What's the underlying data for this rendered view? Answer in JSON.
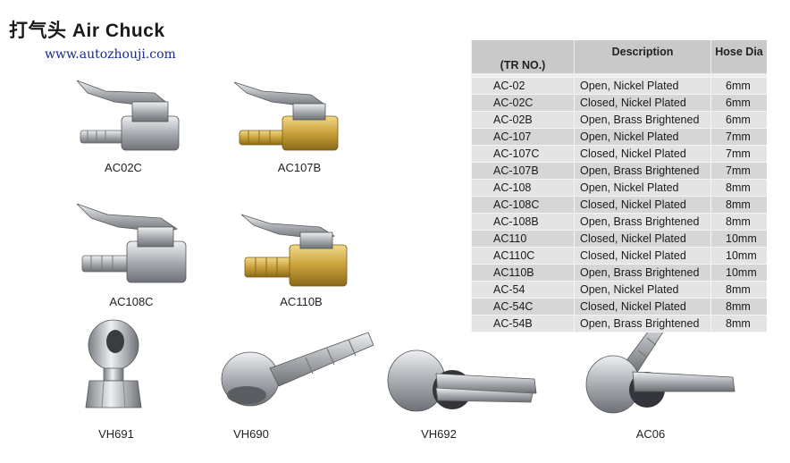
{
  "title": "打气头 Air Chuck",
  "url": "www.autozhouji.com",
  "table": {
    "headers": [
      "(TR NO.)",
      "Description",
      "Hose Dia"
    ],
    "rows": [
      [
        "AC-02",
        "Open, Nickel Plated",
        "6mm"
      ],
      [
        "AC-02C",
        "Closed, Nickel Plated",
        "6mm"
      ],
      [
        "AC-02B",
        "Open, Brass Brightened",
        "6mm"
      ],
      [
        "AC-107",
        "Open, Nickel Plated",
        "7mm"
      ],
      [
        "AC-107C",
        "Closed, Nickel Plated",
        "7mm"
      ],
      [
        "AC-107B",
        "Open, Brass Brightened",
        "7mm"
      ],
      [
        "AC-108",
        "Open, Nickel Plated",
        "8mm"
      ],
      [
        "AC-108C",
        "Closed, Nickel Plated",
        "8mm"
      ],
      [
        "AC-108B",
        "Open, Brass Brightened",
        "8mm"
      ],
      [
        "AC110",
        "Closed, Nickel Plated",
        "10mm"
      ],
      [
        "AC110C",
        "Closed, Nickel Plated",
        "10mm"
      ],
      [
        "AC110B",
        "Open, Brass Brightened",
        "10mm"
      ],
      [
        "AC-54",
        "Open, Nickel Plated",
        "8mm"
      ],
      [
        "AC-54C",
        "Closed, Nickel Plated",
        "8mm"
      ],
      [
        "AC-54B",
        "Open, Brass Brightened",
        "8mm"
      ]
    ]
  },
  "products": [
    {
      "label": "AC02C",
      "finish": "nickel",
      "icon": "lever-chuck-icon"
    },
    {
      "label": "AC107B",
      "finish": "brass",
      "icon": "lever-chuck-icon"
    },
    {
      "label": "AC108C",
      "finish": "nickel",
      "icon": "lever-chuck-icon"
    },
    {
      "label": "AC110B",
      "finish": "brass",
      "icon": "lever-chuck-icon"
    },
    {
      "label": "VH691",
      "finish": "nickel",
      "icon": "ball-chuck-icon"
    },
    {
      "label": "VH690",
      "finish": "nickel",
      "icon": "ball-foot-chuck-icon"
    },
    {
      "label": "VH692",
      "finish": "nickel",
      "icon": "clip-chuck-icon"
    },
    {
      "label": "AC06",
      "finish": "nickel",
      "icon": "clip-chuck-angled-icon"
    }
  ],
  "colors": {
    "nickel": "#b9bcc0",
    "brass": "#c9a13a",
    "header": "#c9c9c9",
    "url": "#1a2a8a"
  }
}
